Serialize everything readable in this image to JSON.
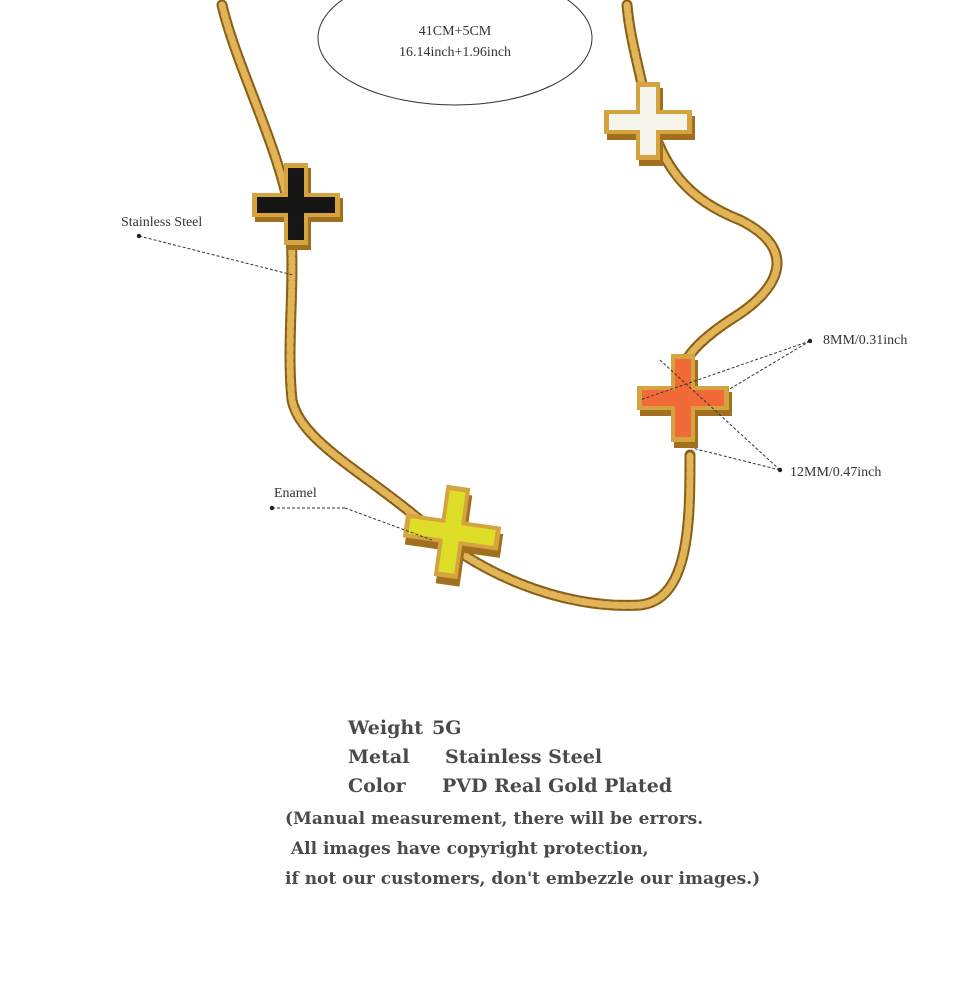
{
  "size_label": {
    "cm": "41CM+5CM",
    "inch": "16.14inch+1.96inch"
  },
  "callouts": {
    "stainless_steel": "Stainless Steel",
    "enamel": "Enamel",
    "width": "8MM/0.31inch",
    "height": "12MM/0.47inch"
  },
  "pendant_colors": {
    "black": "#161616",
    "white": "#f7f4ec",
    "orange": "#f26a38",
    "yellow": "#dede28",
    "gold": "#c9962e"
  },
  "specs": [
    {
      "label": "Weight",
      "value": "5G"
    },
    {
      "label": "Metal",
      "value": "Stainless Steel"
    },
    {
      "label": "Color",
      "value": "PVD Real Gold Plated"
    }
  ],
  "notes": [
    "(Manual measurement, there will be errors.",
    " All images have copyright protection,",
    "if not our customers, don't embezzle our images.)"
  ]
}
